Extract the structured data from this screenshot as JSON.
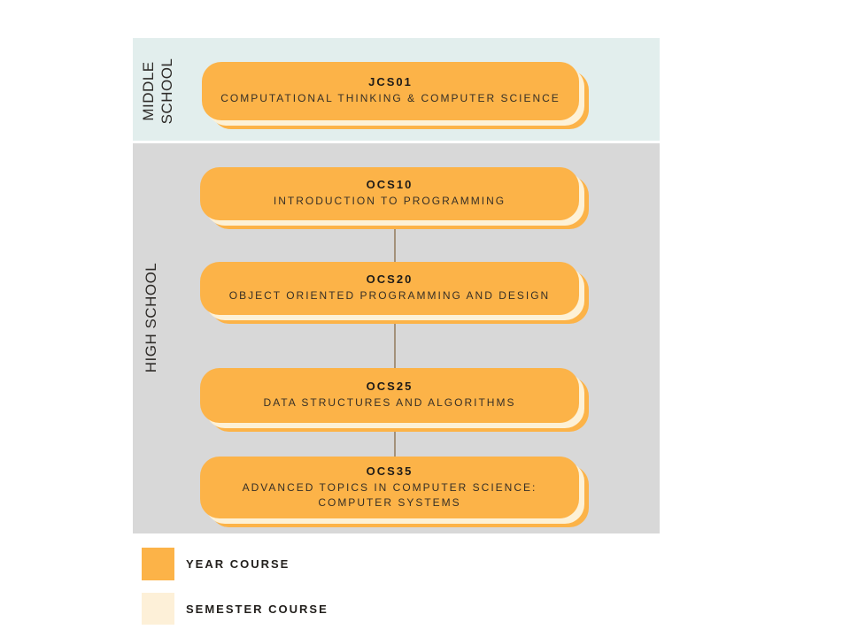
{
  "palette": {
    "middle_school_band": "#e2eeed",
    "high_school_band": "#d8d8d8",
    "year_course": "#fcb348",
    "semester_course": "#fdf0d8",
    "shadow_cream": "#fdf1d6",
    "connector": "#a3917a"
  },
  "sections": [
    {
      "id": "middle-school",
      "label": "MIDDLE SCHOOL"
    },
    {
      "id": "high-school",
      "label": "HIGH SCHOOL"
    }
  ],
  "courses": [
    {
      "code": "JCS01",
      "title": "COMPUTATIONAL THINKING & COMPUTER SCIENCE",
      "section": "middle-school",
      "type": "year"
    },
    {
      "code": "OCS10",
      "title": "INTRODUCTION TO PROGRAMMING",
      "section": "high-school",
      "type": "year"
    },
    {
      "code": "OCS20",
      "title": "OBJECT ORIENTED PROGRAMMING AND DESIGN",
      "section": "high-school",
      "type": "year"
    },
    {
      "code": "OCS25",
      "title": "DATA STRUCTURES AND ALGORITHMS",
      "section": "high-school",
      "type": "year"
    },
    {
      "code": "OCS35",
      "title": "ADVANCED TOPICS IN COMPUTER SCIENCE: COMPUTER SYSTEMS",
      "section": "high-school",
      "type": "year"
    }
  ],
  "legend": [
    {
      "label": "YEAR COURSE",
      "color": "#fcb348"
    },
    {
      "label": "SEMESTER COURSE",
      "color": "#fdf0d8"
    }
  ]
}
